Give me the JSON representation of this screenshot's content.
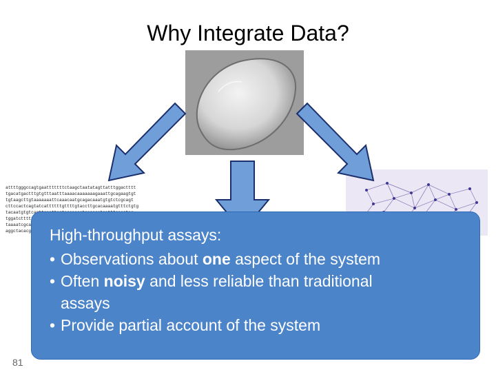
{
  "slide": {
    "title": "Why Integrate Data?",
    "page_number": "81"
  },
  "dna_sequence": {
    "lines": [
      "attttgggccagtgaatttttttctaagctaatatagttatttggactttt",
      "tgacatgactttgtgtttaatttaaaacaaaaaaagaaattgcagaagtgt",
      "tgtaagcttgtaaaaaaattcaaacaatgcagacaaatgtgtctcgcagt",
      "cttccactcagtatcattttttgttttgtaccttgcacaaaatgtttctgtg",
      "tacaatgtgtcagttacattcgtacaaaactgacagctgatttccagtag",
      "tggatcttttttcaagtctaatcaattggagaaaagattaacattgtaagt",
      "taaaatcgcagcattagattcttacgttttaaagtaaatcgtataattaaa",
      "aggctacacgtgcaactggagactcaagtttttaactgagtgctagaaaa"
    ]
  },
  "callout": {
    "heading": "High-throughput assays:",
    "bullets": [
      {
        "pre": "Observations about ",
        "bold": "one",
        "post": " aspect of the system",
        "cont": ""
      },
      {
        "pre": "Often ",
        "bold": "noisy",
        "post": " and less reliable than traditional",
        "cont": "assays"
      },
      {
        "pre": "Provide partial account of the system",
        "bold": "",
        "post": "",
        "cont": ""
      }
    ],
    "bullet_glyph": "•"
  },
  "colors": {
    "callout_fill": "#4c84ca",
    "arrow_fill": "#6f9ed9",
    "arrow_stroke": "#1a2f6b"
  },
  "icons": {
    "cell": "electron-micrograph-cell-image",
    "network": "protein-interaction-network-image",
    "arrows": "down-arrow-icon"
  }
}
